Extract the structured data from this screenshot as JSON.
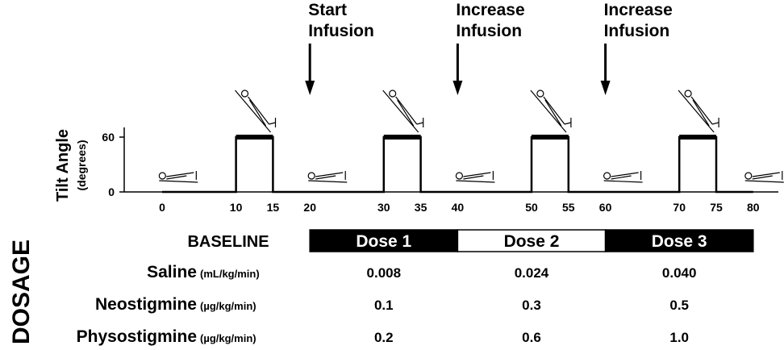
{
  "annotations": [
    {
      "line1": "Start",
      "line2": "Infusion",
      "at": 20
    },
    {
      "line1": "Increase",
      "line2": "Infusion",
      "at": 40
    },
    {
      "line1": "Increase",
      "line2": "Infusion",
      "at": 60
    }
  ],
  "y_axis": {
    "label": "Tilt Angle",
    "sublabel": "(degrees)",
    "ticks": [
      {
        "value": 60,
        "label": "60"
      },
      {
        "value": 0,
        "label": "0"
      }
    ]
  },
  "x_axis": {
    "ticks": [
      {
        "value": 0,
        "label": "0"
      },
      {
        "value": 10,
        "label": "10"
      },
      {
        "value": 15,
        "label": "15"
      },
      {
        "value": 20,
        "label": "20"
      },
      {
        "value": 30,
        "label": "30"
      },
      {
        "value": 35,
        "label": "35"
      },
      {
        "value": 40,
        "label": "40"
      },
      {
        "value": 50,
        "label": "50"
      },
      {
        "value": 55,
        "label": "55"
      },
      {
        "value": 60,
        "label": "60"
      },
      {
        "value": 70,
        "label": "70"
      },
      {
        "value": 75,
        "label": "75"
      },
      {
        "value": 80,
        "label": "80"
      }
    ]
  },
  "tilt_protocol": {
    "tilt_angle": 60,
    "tilt_periods": [
      [
        10,
        15
      ],
      [
        30,
        35
      ],
      [
        50,
        55
      ],
      [
        70,
        75
      ]
    ],
    "supine_icon_at": [
      2,
      20,
      40,
      60,
      80
    ],
    "tilted_icon_at": [
      12.5,
      32.5,
      52.5,
      72.5
    ]
  },
  "dosage": {
    "title": "DOSAGE",
    "baseline_label": "BASELINE",
    "doses": [
      {
        "label": "Dose 1",
        "style": "filled",
        "start": 20,
        "end": 40
      },
      {
        "label": "Dose 2",
        "style": "outline",
        "start": 40,
        "end": 60
      },
      {
        "label": "Dose 3",
        "style": "filled",
        "start": 60,
        "end": 80
      }
    ],
    "rows": [
      {
        "name": "Saline",
        "unit": "(mL/kg/min)",
        "values": [
          "0.008",
          "0.024",
          "0.040"
        ]
      },
      {
        "name": "Neostigmine",
        "unit": "(µg/kg/min)",
        "values": [
          "0.1",
          "0.3",
          "0.5"
        ]
      },
      {
        "name": "Physostigmine",
        "unit": "(µg/kg/min)",
        "values": [
          "0.2",
          "0.6",
          "1.0"
        ]
      }
    ]
  },
  "colors": {
    "ink": "#000000",
    "fill_dose": "#000000",
    "fill_dose_text": "#ffffff",
    "outline_dose_text": "#000000"
  }
}
